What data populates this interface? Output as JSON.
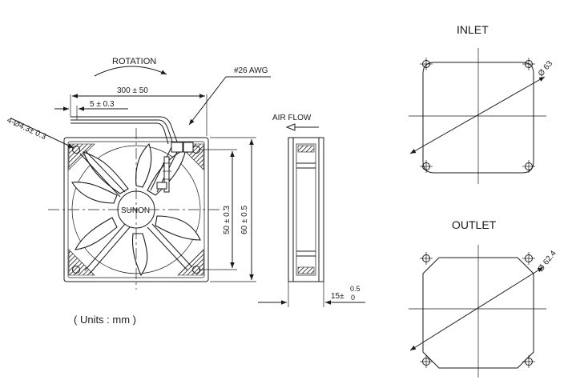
{
  "labels": {
    "rotation": "ROTATION",
    "wire_gauge": "#26 AWG",
    "lead_length": "300 ± 50",
    "strip_length": "5 ± 0.3",
    "mount_holes": "4-Ø4.3± 0.3",
    "brand": "SUNON",
    "air_flow": "AIR FLOW",
    "hole_pitch": "50 ± 0.3",
    "frame_size": "60 ± 0.5",
    "thickness_base": "15±",
    "thickness_upper": "0.5",
    "thickness_lower": "0",
    "units": "( Units : mm )",
    "inlet_title": "INLET",
    "inlet_diameter": "Ø 63",
    "outlet_title": "OUTLET",
    "outlet_diameter": "Ø 62.4"
  }
}
